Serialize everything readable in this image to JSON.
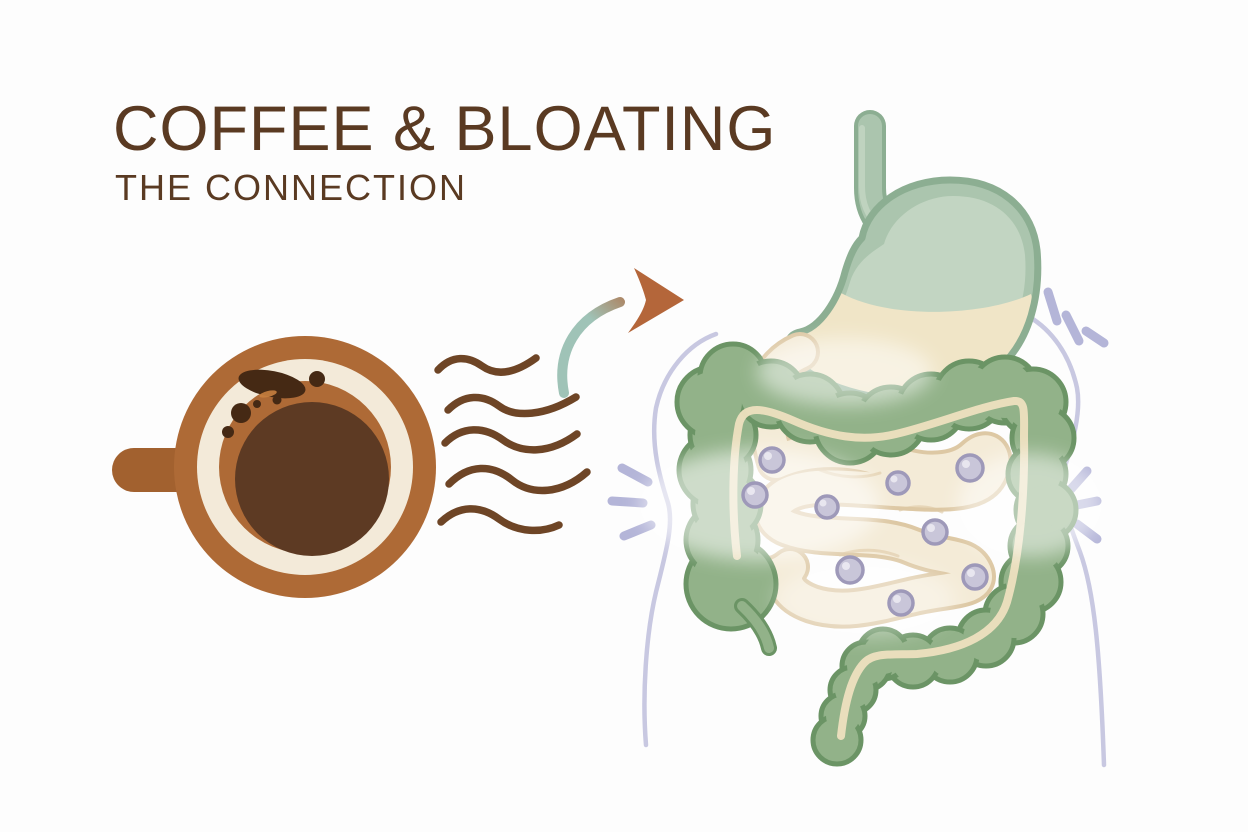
{
  "title": {
    "line1": "COFFEE & BLOATING",
    "line2": "THE CONNECTION"
  },
  "colors": {
    "background": "#fdfdfd",
    "title_brown": "#5a3a22",
    "cup_brown": "#ae6a36",
    "cup_brown_dark": "#a2612f",
    "cup_cream": "#f3ead9",
    "coffee_dark": "#5d3a23",
    "foam_dark": "#452914",
    "coffee_glint": "#c8803f",
    "steam_brown": "#6e4526",
    "arrow_teal": "#9fc3b7",
    "arrow_rust": "#b4663a",
    "colon_green": "#92b289",
    "colon_outline": "#6b9465",
    "taenia_cream": "#eee0bf",
    "stomach_green": "#abc5ae",
    "stomach_light": "#c2d5c2",
    "stomach_outline": "#8cae92",
    "stomach_cream": "#f0e5c7",
    "intestine_cream": "#f4ebd7",
    "intestine_outline": "#ddc8a4",
    "bubble_fill": "#c9c6d9",
    "bubble_outline": "#9e99b9",
    "body_line": "#c5c5df",
    "dash_color": "#b4b5d8",
    "fog_white": "#ffffff"
  },
  "illustration": {
    "coffee_cup": {
      "icon": "coffee-cup-top-view-icon",
      "parts": [
        "handle",
        "rim",
        "crema bubbles",
        "coffee"
      ]
    },
    "steam": {
      "icon": "steam-waves-icon",
      "line_count": 5
    },
    "arrow": {
      "icon": "curved-arrow-icon",
      "gradient": [
        "#9fc3b7",
        "#b4663a"
      ]
    },
    "digestive_system": {
      "icon": "digestive-system-icon",
      "organs": [
        "esophagus",
        "stomach",
        "small intestine",
        "large intestine"
      ]
    },
    "gas_bubbles": {
      "icon": "gas-bubble-icon",
      "count": 9
    },
    "bloating_marks": {
      "icon": "vibration-dashes-icon",
      "clusters": 3,
      "dashes_per_cluster": 3
    },
    "body": {
      "icon": "torso-outline-icon"
    }
  }
}
